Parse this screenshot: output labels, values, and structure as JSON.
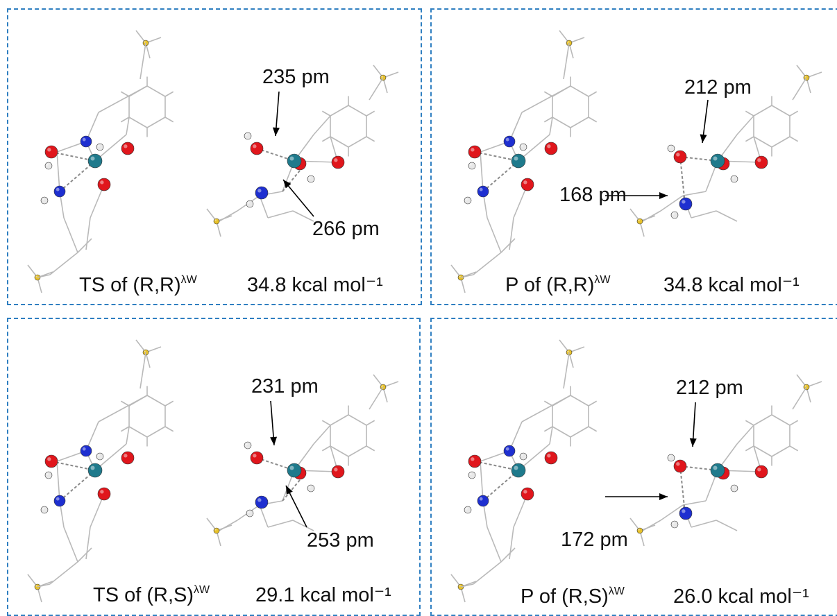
{
  "colors": {
    "frame": "#2f7fc1",
    "metal_atom": "#1f7a8c",
    "oxygen_atom": "#e0161c",
    "nitrogen_atom": "#1e2fd0",
    "hydrogen_atom": "#e8e8e8",
    "sulfur_atom": "#e8c22a",
    "bond": "#b9b9b9"
  },
  "panels": [
    {
      "name": "TS of (R,R)",
      "title": "TS of (R,R)",
      "title_sup": "λW",
      "energy": "34.8 kcal mol⁻¹",
      "distances": [
        "235 pm",
        "266 pm"
      ]
    },
    {
      "name": "P of (R,R)",
      "title": "P of (R,R)",
      "title_sup": "λW",
      "energy": "34.8 kcal mol⁻¹",
      "distances": [
        "212 pm",
        "168 pm"
      ]
    },
    {
      "name": "TS of (R,S)",
      "title": "TS of (R,S)",
      "title_sup": "λW",
      "energy": "29.1 kcal mol⁻¹",
      "distances": [
        "231 pm",
        "253 pm"
      ]
    },
    {
      "name": "P of (R,S)",
      "title": "P of (R,S)",
      "title_sup": "λW",
      "energy": "26.0 kcal mol⁻¹",
      "distances": [
        "212 pm",
        "172 pm"
      ]
    }
  ]
}
